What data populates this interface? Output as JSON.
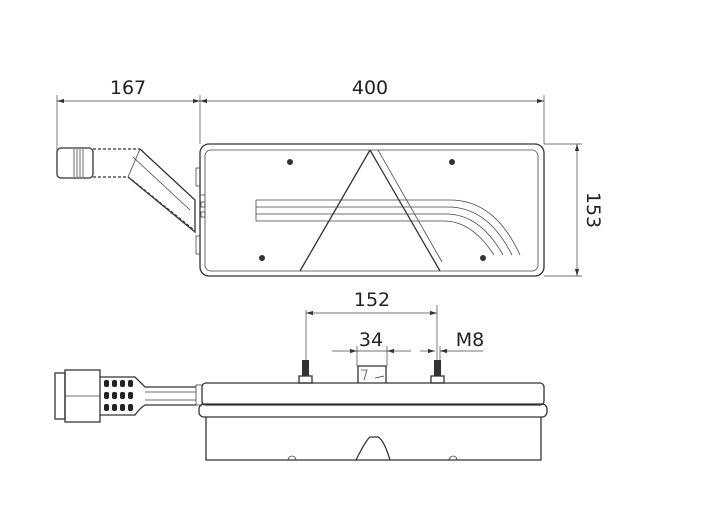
{
  "dimensions": {
    "cable_length": "167",
    "lamp_length": "400",
    "lamp_height": "153",
    "stud_spacing": "152",
    "clip_width": "34",
    "thread": "M8"
  },
  "colors": {
    "line": "#333333",
    "background": "#ffffff"
  }
}
